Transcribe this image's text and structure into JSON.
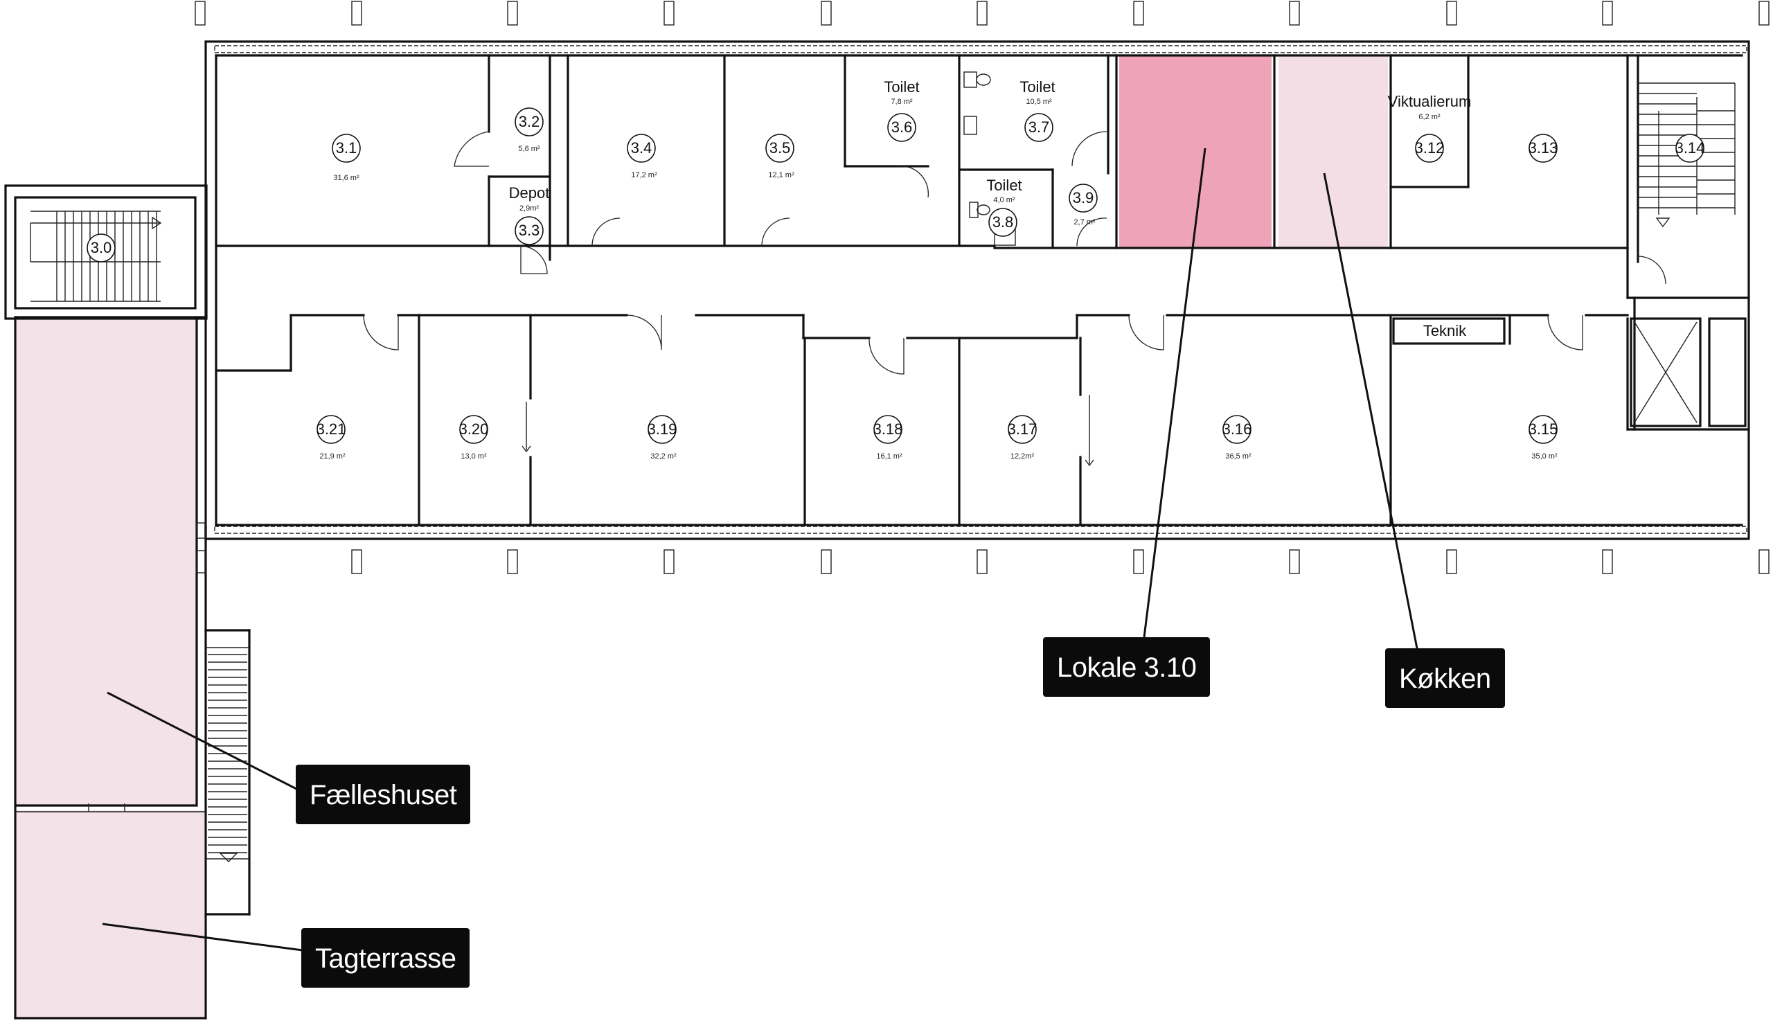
{
  "rooms": {
    "r3_0": {
      "num": "3.0"
    },
    "r3_1": {
      "num": "3.1",
      "area": "31,6 m²"
    },
    "r3_2": {
      "num": "3.2",
      "area": "5,6 m²"
    },
    "r3_3": {
      "num": "3.3",
      "name": "Depot",
      "area": "2,9m²"
    },
    "r3_4": {
      "num": "3.4",
      "area": "17,2 m²"
    },
    "r3_5": {
      "num": "3.5",
      "area": "12,1 m²"
    },
    "r3_6": {
      "num": "3.6",
      "name": "Toilet",
      "area": "7,8 m²"
    },
    "r3_7": {
      "num": "3.7",
      "name": "Toilet",
      "area": "10,5 m²"
    },
    "r3_8": {
      "num": "3.8",
      "name": "Toilet",
      "area": "4,0 m²"
    },
    "r3_9": {
      "num": "3.9",
      "area": "2,7 m²"
    },
    "r3_12": {
      "num": "3.12",
      "name": "Viktualierum",
      "area": "6,2 m²"
    },
    "r3_13": {
      "num": "3.13"
    },
    "r3_14": {
      "num": "3.14"
    },
    "r3_15": {
      "num": "3.15",
      "area": "35,0 m²"
    },
    "r3_16": {
      "num": "3.16",
      "area": "36,5 m²"
    },
    "r3_17": {
      "num": "3.17",
      "area": "12,2m²"
    },
    "r3_18": {
      "num": "3.18",
      "area": "16,1 m²"
    },
    "r3_19": {
      "num": "3.19",
      "area": "32,2 m²"
    },
    "r3_20": {
      "num": "3.20",
      "area": "13,0 m²"
    },
    "r3_21": {
      "num": "3.21",
      "area": "21,9 m²"
    },
    "teknik": {
      "name": "Teknik"
    }
  },
  "callouts": {
    "lokale": "Lokale 3.10",
    "kokken": "Køkken",
    "faelleshuset": "Fælleshuset",
    "tagterrasse": "Tagterrasse"
  },
  "colors": {
    "lokale_fill": "#EFA3B8",
    "kokken_fill": "#F3DEE5",
    "faelleshuset_fill": "#F3E2E8",
    "tagterrasse_fill": "#F3E2E8",
    "callout_bg": "#0B0B0B"
  }
}
